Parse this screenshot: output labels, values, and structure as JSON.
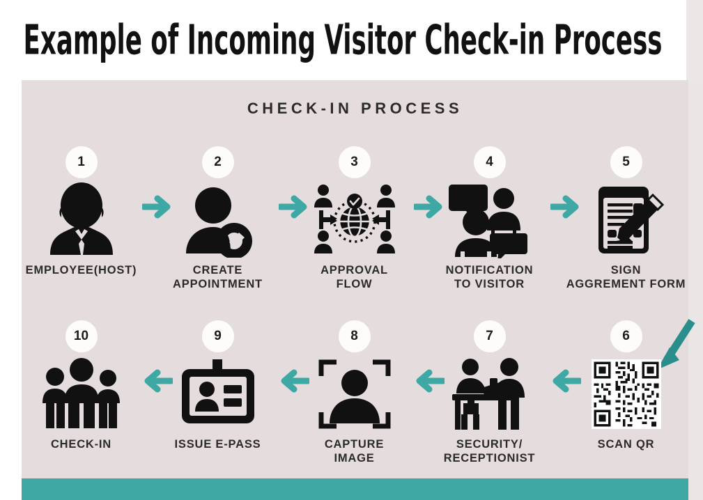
{
  "poster": {
    "title": "Example of Incoming Visitor Check-in Process",
    "subtitle": "CHECK-IN PROCESS",
    "colors": {
      "panel_background": "#e5dddd",
      "title_background": "#ffffff",
      "accent_teal": "#3da8a4",
      "accent_teal_dark": "#2a8f8c",
      "icon_black": "#111111",
      "badge_white": "#fdfcfb",
      "text_dark": "#2b2a2a"
    }
  },
  "steps": [
    {
      "number": "1",
      "label": "EMPLOYEE(HOST)",
      "icon": "businessman-bust-icon",
      "row": 1
    },
    {
      "number": "2",
      "label": "CREATE\nAPPOINTMENT",
      "icon": "person-with-badge-icon",
      "row": 1
    },
    {
      "number": "3",
      "label": "APPROVAL\nFLOW",
      "icon": "approval-globe-icon",
      "row": 1
    },
    {
      "number": "4",
      "label": "NOTIFICATION\nTO VISITOR",
      "icon": "two-people-chat-icon",
      "row": 1
    },
    {
      "number": "5",
      "label": "SIGN\nAGGREMENT FORM",
      "icon": "document-pencil-icon",
      "row": 1
    },
    {
      "number": "6",
      "label": "SCAN QR",
      "icon": "qr-code-icon",
      "row": 2
    },
    {
      "number": "7",
      "label": "SECURITY/\nRECEPTIONIST",
      "icon": "reception-desk-icon",
      "row": 2
    },
    {
      "number": "8",
      "label": "CAPTURE\nIMAGE",
      "icon": "camera-focus-person-icon",
      "row": 2
    },
    {
      "number": "9",
      "label": "ISSUE E-PASS",
      "icon": "id-badge-card-icon",
      "row": 2
    },
    {
      "number": "10",
      "label": "CHECK-IN",
      "icon": "three-people-icon",
      "row": 2
    }
  ],
  "connectors": {
    "row1_direction": "right",
    "row2_direction": "left",
    "row1_count": 4,
    "row2_count": 4,
    "wrap_arrow": "diagonal-down-left"
  }
}
